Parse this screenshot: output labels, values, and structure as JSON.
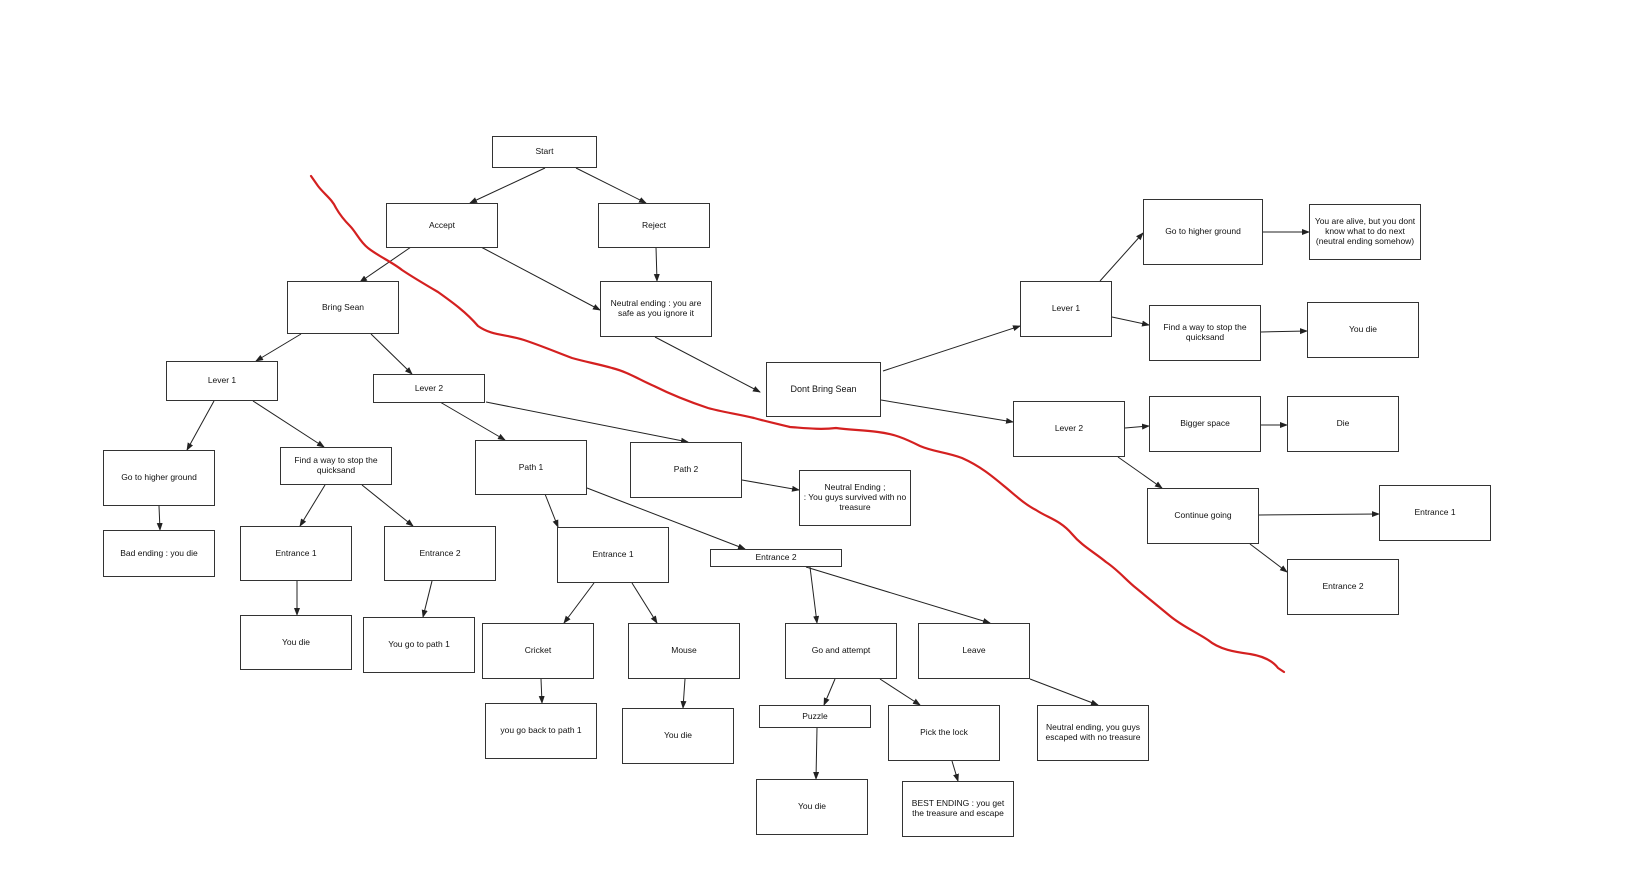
{
  "colors": {
    "box_border": "#333333",
    "arrow": "#222222",
    "annotation_line": "#d42020",
    "background": "#ffffff"
  },
  "nodes": {
    "start": "Start",
    "accept": "Accept",
    "reject": "Reject",
    "neutral_ignore": "Neutral ending : you are safe as you ignore it",
    "bring_sean": "Bring Sean",
    "dont_bring_sean": "Dont Bring Sean",
    "l_lever1": "Lever 1",
    "l_lever2": "Lever 2",
    "l_higher": "Go to higher ground",
    "l_bad_end": "Bad ending : you die",
    "l_stop_quicksand": "Find a way to stop the quicksand",
    "l_entrance1a": "Entrance 1",
    "l_entrance2a": "Entrance 2",
    "l_you_die_a": "You die",
    "l_go_path1": "You go to path 1",
    "path1": "Path 1",
    "path2": "Path 2",
    "neutral_path2": "Neutral Ending ;\n: You guys survived with no treasure",
    "p1_entrance1": "Entrance 1",
    "p1_entrance2": "Entrance 2",
    "cricket": "Cricket",
    "mouse": "Mouse",
    "back_path1": "you go back to path 1",
    "mouse_die": "You die",
    "go_attempt": "Go and attempt",
    "leave": "Leave",
    "puzzle": "Puzzle",
    "pick_lock": "Pick the lock",
    "puzzle_die": "You die",
    "best_ending": "BEST ENDING : you get the treasure and escape",
    "neutral_escaped": "Neutral ending, you guys escaped with no treasure",
    "r_lever1": "Lever 1",
    "r_lever2": "Lever 2",
    "r_higher": "Go to higher ground",
    "r_alive": "You are alive, but you dont know what to do next (neutral ending somehow)",
    "r_stop_quicksand": "Find a way to stop the quicksand",
    "r_you_die": "You die",
    "bigger_space": "Bigger space",
    "die": "Die",
    "continue_going": "Continue going",
    "r_entrance1": "Entrance 1",
    "r_entrance2": "Entrance 2"
  }
}
